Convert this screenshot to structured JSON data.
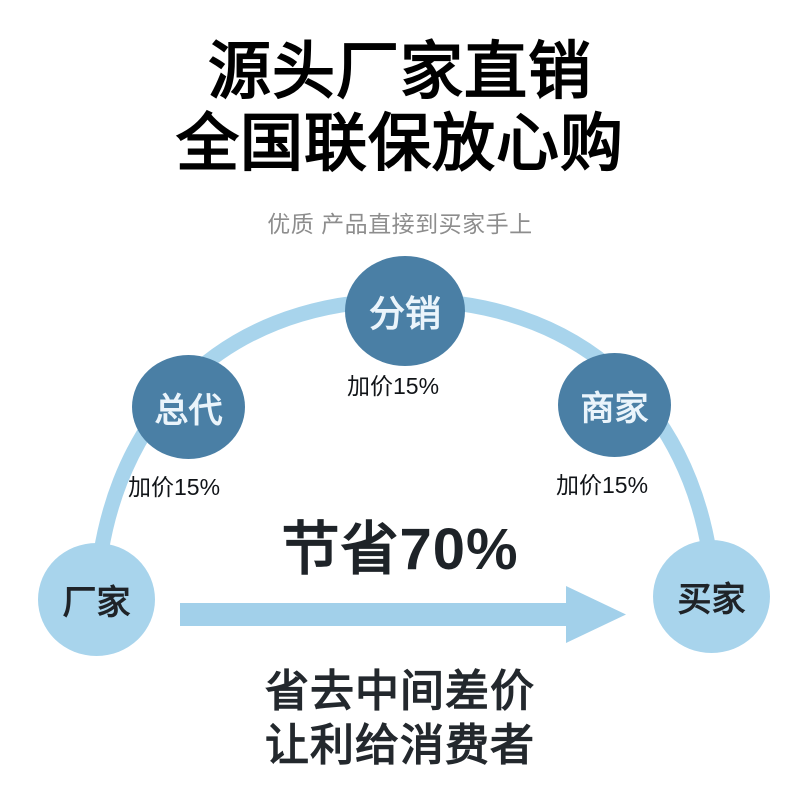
{
  "poster": {
    "headline": {
      "line1": "源头厂家直销",
      "line2": "全国联保放心购"
    },
    "subtitle": "优质 产品直接到买家手上",
    "save_text": "节省70%",
    "slogan": {
      "line1": "省去中间差价",
      "line2": "让利给消费者"
    }
  },
  "diagram": {
    "nodes": [
      {
        "id": "changjia",
        "label": "厂家",
        "style": "light"
      },
      {
        "id": "zongdai",
        "label": "总代",
        "style": "dark"
      },
      {
        "id": "fenxiao",
        "label": "分销",
        "style": "dark"
      },
      {
        "id": "shangjia",
        "label": "商家",
        "style": "dark"
      },
      {
        "id": "maijia",
        "label": "买家",
        "style": "light"
      }
    ],
    "markup_labels": [
      {
        "id": "zongdai-markup",
        "text": "加价15%"
      },
      {
        "id": "fenxiao-markup",
        "text": "加价15%"
      },
      {
        "id": "shangjia-markup",
        "text": "加价15%"
      }
    ],
    "direct_arrow": {
      "name": "direct-channel-arrow",
      "from": "厂家",
      "to": "买家"
    }
  },
  "colors": {
    "node_dark": "#4a7fa5",
    "node_light": "#a8d4ec",
    "arc": "#a8d4ec",
    "arrow": "#a2d0ea",
    "headline": "#000000",
    "subtitle": "#8d8d8d",
    "body_text": "#23282d",
    "background": "#ffffff"
  }
}
